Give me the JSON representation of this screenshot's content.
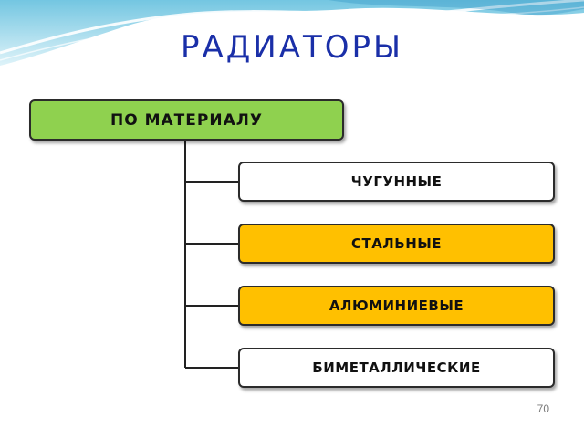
{
  "title": "РАДИАТОРЫ",
  "diagram": {
    "root": {
      "label": "ПО МАТЕРИАЛУ",
      "color": "#8fd14f"
    },
    "children": [
      {
        "label": "ЧУГУННЫЕ",
        "color": "#ffffff"
      },
      {
        "label": "СТАЛЬНЫЕ",
        "color": "#ffc000"
      },
      {
        "label": "АЛЮМИНИЕВЫЕ",
        "color": "#ffc000"
      },
      {
        "label": "БИМЕТАЛЛИЧЕСКИЕ",
        "color": "#ffffff"
      }
    ]
  },
  "page_number": "70",
  "colors": {
    "title": "#1a2fa8",
    "border": "#2b2b2b",
    "wave_light": "#bfe6f2",
    "wave_accent": "#4fb3d6"
  }
}
